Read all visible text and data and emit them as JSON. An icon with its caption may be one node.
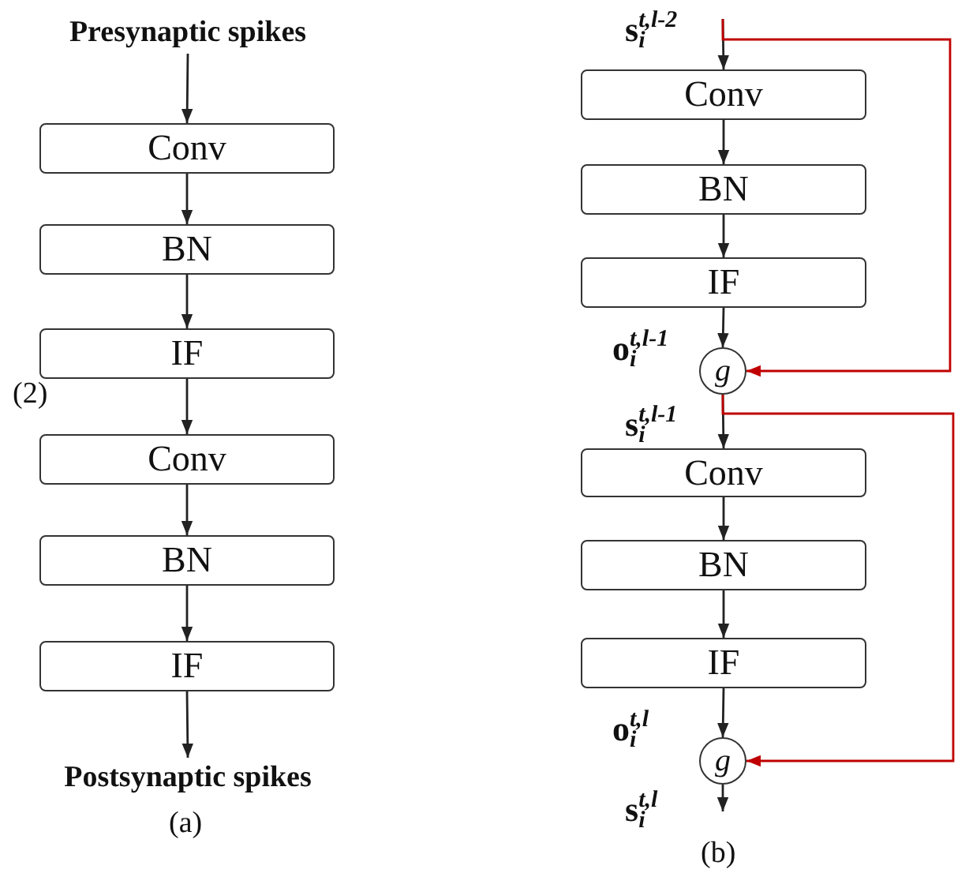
{
  "diagram": {
    "nodes": [
      {
        "text": [
          "Presynaptic spikes"
        ]
      },
      {
        "text": [
          "Conv"
        ]
      },
      {
        "text": [
          "BN"
        ]
      },
      {
        "text": [
          "IF"
        ]
      },
      {
        "text": [
          "Conv"
        ]
      },
      {
        "text": [
          "BN"
        ]
      },
      {
        "text": [
          "IF"
        ]
      },
      {
        "text": [
          "Postsynaptic spikes"
        ]
      },
      {
        "text": [
          "Conv"
        ]
      },
      {
        "text": [
          "BN"
        ]
      },
      {
        "text": [
          "IF"
        ]
      },
      {
        "text": [
          "g"
        ]
      },
      {
        "text": [
          "Conv"
        ]
      },
      {
        "text": [
          "BN"
        ]
      },
      {
        "text": [
          "IF"
        ]
      },
      {
        "text": [
          "g"
        ]
      }
    ],
    "edges": [
      {
        "from": 0,
        "to": 1,
        "arrow": "to"
      },
      {
        "from": 1,
        "to": 2,
        "arrow": "to"
      },
      {
        "from": 2,
        "to": 3,
        "arrow": "to"
      },
      {
        "from": 3,
        "to": 4,
        "arrow": "to"
      },
      {
        "from": 4,
        "to": 5,
        "arrow": "to"
      },
      {
        "from": 5,
        "to": 6,
        "arrow": "to"
      },
      {
        "from": 6,
        "to": 7,
        "arrow": "to"
      },
      {
        "from": null,
        "to": 8,
        "arrow": "to"
      },
      {
        "from": null,
        "to": 11,
        "arrow": "to",
        "color": "#c00000"
      },
      {
        "from": 8,
        "to": 9,
        "arrow": "to"
      },
      {
        "from": 9,
        "to": 10,
        "arrow": "to"
      },
      {
        "from": 10,
        "to": 11,
        "arrow": "to"
      },
      {
        "from": 11,
        "to": 12,
        "arrow": "to"
      },
      {
        "from": 11,
        "to": 15,
        "arrow": "to",
        "color": "#c00000"
      },
      {
        "from": 12,
        "to": 13,
        "arrow": "to"
      },
      {
        "from": 13,
        "to": 14,
        "arrow": "to"
      },
      {
        "from": 14,
        "to": 15,
        "arrow": "to"
      },
      {
        "from": 15,
        "to": null,
        "arrow": "to"
      }
    ],
    "labels": [
      "(2)",
      "(a)",
      "**s**$_{i}$$^{t,l-2}$",
      "**o**$_{i}$$^{t,l-1}$",
      "**s**$_{i}$$^{t,l-1}$",
      "**o**$_{i}$$^{t,l}$",
      "**s**$_{i}$$^{t,l}$",
      "(b)"
    ]
  }
}
